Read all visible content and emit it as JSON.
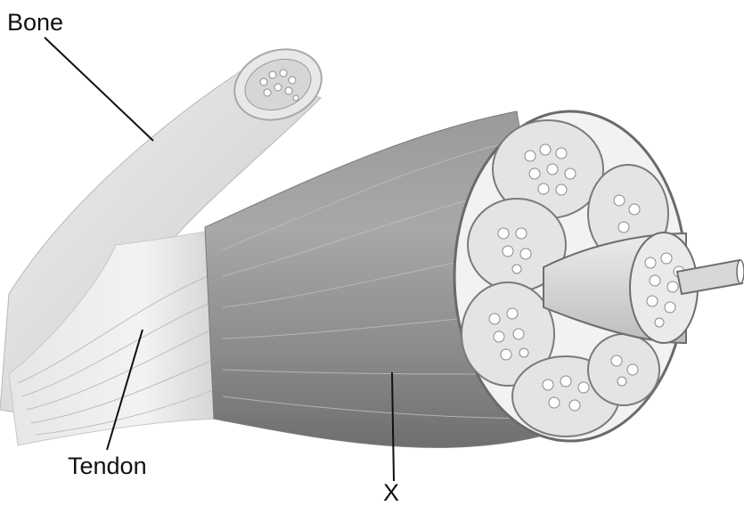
{
  "labels": {
    "bone": "Bone",
    "tendon": "Tendon",
    "x": "X"
  }
}
